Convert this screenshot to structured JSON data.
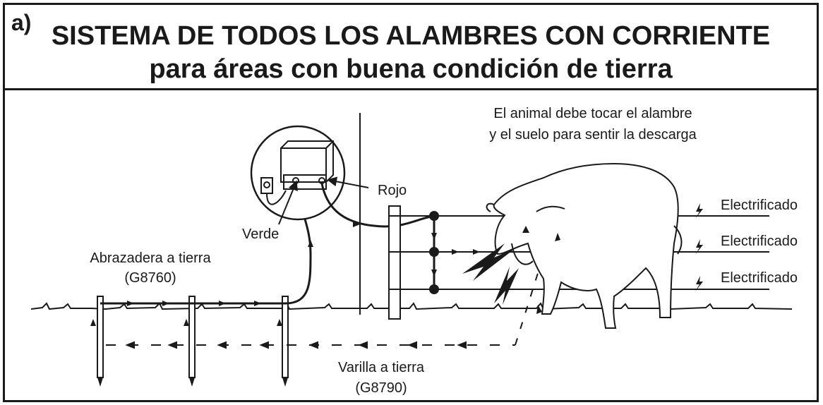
{
  "panel_label": "a)",
  "title_line1": "SISTEMA DE TODOS LOS ALAMBRES CON CORRIENTE",
  "title_line2": "para áreas con buena condición de tierra",
  "animal_note_line1": "El animal debe tocar el alambre",
  "animal_note_line2": "y el suelo para sentir la descarga",
  "label_rojo": "Rojo",
  "label_verde": "Verde",
  "clamp_label_line1": "Abrazadera a tierra",
  "clamp_label_line2": "(G8760)",
  "rod_label_line1": "Varilla a tierra",
  "rod_label_line2": "(G8790)",
  "wire_labels": [
    "Electrificado",
    "Electrificado",
    "Electrificado"
  ],
  "icons": [
    "energizer-icon",
    "cow-icon",
    "lightning-bolt-icon",
    "ground-rod-icon",
    "fence-post-icon",
    "plug-icon"
  ]
}
